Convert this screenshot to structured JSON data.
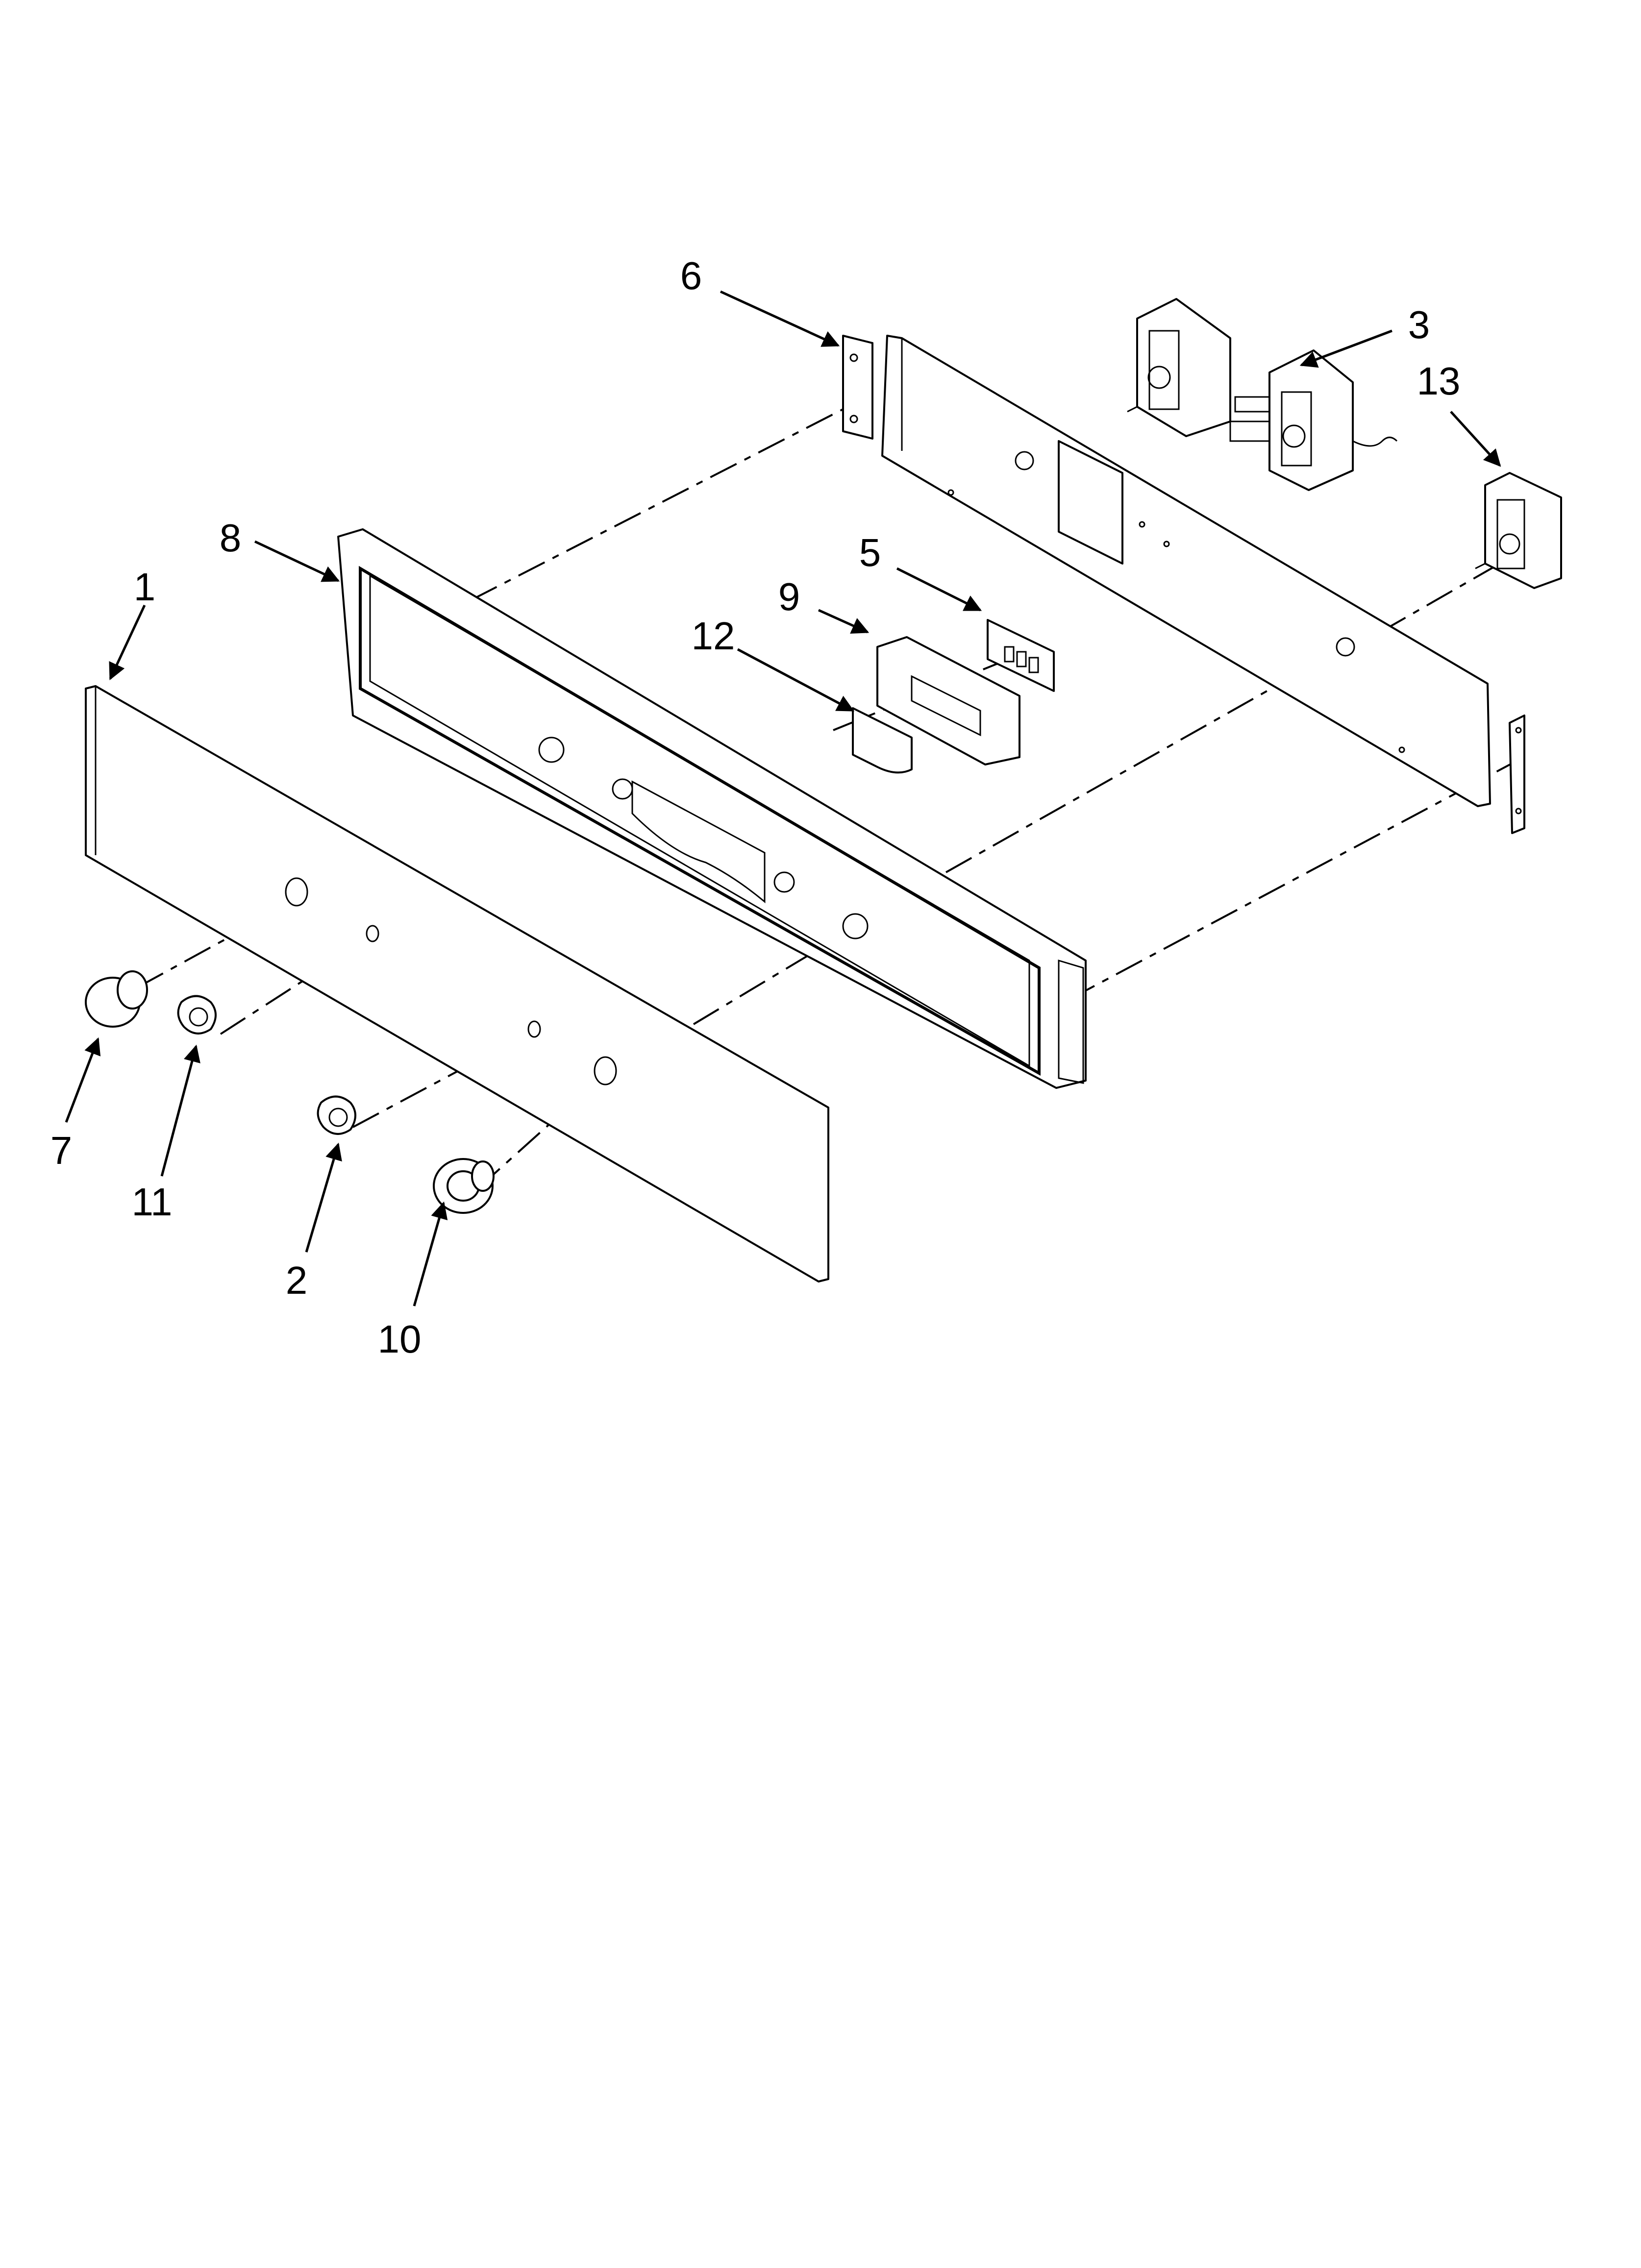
{
  "diagram": {
    "callouts": [
      {
        "id": "1",
        "label": "1"
      },
      {
        "id": "2",
        "label": "2"
      },
      {
        "id": "3",
        "label": "3"
      },
      {
        "id": "5",
        "label": "5"
      },
      {
        "id": "6",
        "label": "6"
      },
      {
        "id": "7",
        "label": "7"
      },
      {
        "id": "8",
        "label": "8"
      },
      {
        "id": "9",
        "label": "9"
      },
      {
        "id": "10",
        "label": "10"
      },
      {
        "id": "11",
        "label": "11"
      },
      {
        "id": "12",
        "label": "12"
      },
      {
        "id": "13",
        "label": "13"
      }
    ]
  }
}
